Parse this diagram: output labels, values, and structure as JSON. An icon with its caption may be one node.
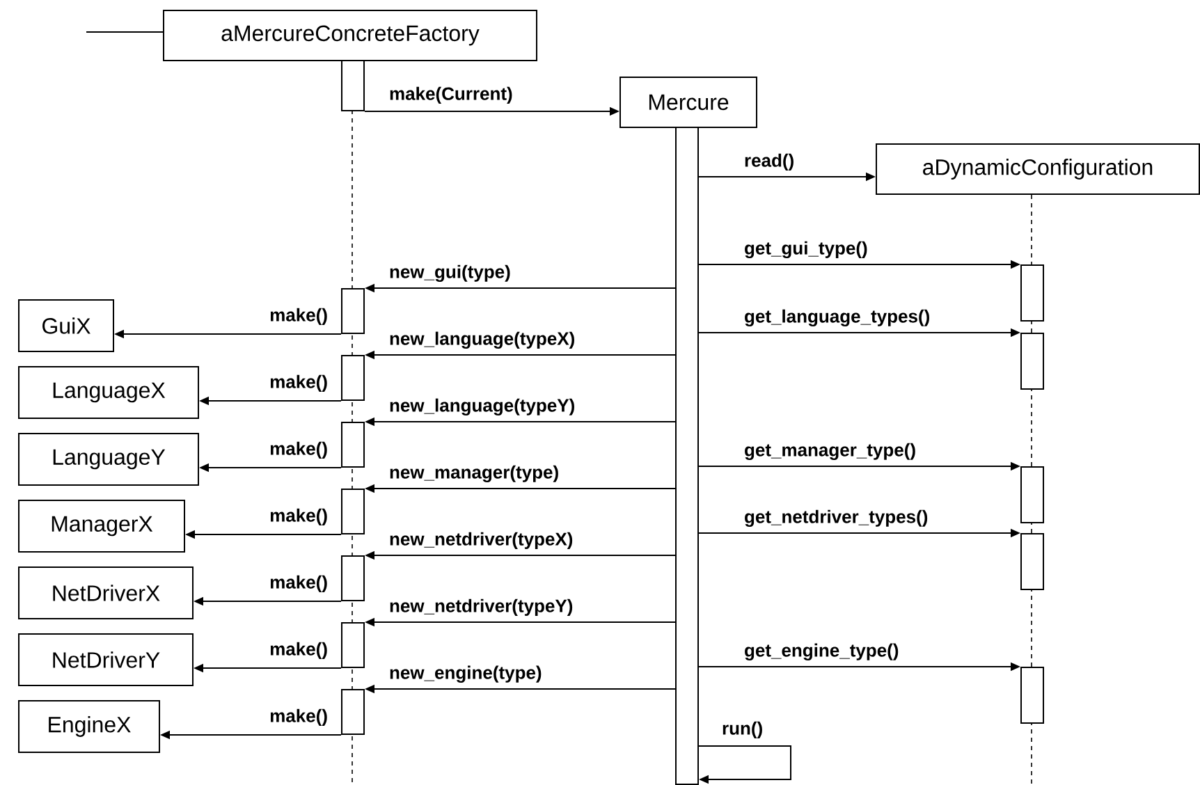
{
  "diagram": {
    "nodes": [
      {
        "text": [
          "aMercureConcreteFactory"
        ]
      },
      {
        "text": [],
        "shape": "bar"
      },
      {
        "text": [
          "Mercure"
        ]
      },
      {
        "text": [],
        "shape": "bar"
      },
      {
        "text": [
          "aDynamicConfiguration"
        ]
      },
      {
        "text": [],
        "shape": "bar"
      },
      {
        "text": [],
        "shape": "bar"
      },
      {
        "text": [],
        "shape": "bar"
      },
      {
        "text": [],
        "shape": "bar"
      },
      {
        "text": [],
        "shape": "bar"
      },
      {
        "text": [],
        "shape": "bar"
      },
      {
        "text": [],
        "shape": "bar"
      },
      {
        "text": [
          "GuiX"
        ]
      },
      {
        "text": [
          "LanguageX"
        ]
      },
      {
        "text": [
          "LanguageY"
        ]
      },
      {
        "text": [
          "ManagerX"
        ]
      },
      {
        "text": [
          "NetDriverX"
        ]
      },
      {
        "text": [
          "NetDriverY"
        ]
      },
      {
        "text": [
          "EngineX"
        ]
      },
      {
        "text": [],
        "shape": "bar"
      },
      {
        "text": [],
        "shape": "bar"
      },
      {
        "text": [],
        "shape": "bar"
      },
      {
        "text": [],
        "shape": "bar"
      },
      {
        "text": [],
        "shape": "bar"
      }
    ],
    "edges": [
      {
        "from": null,
        "to": 0,
        "arrow": "none"
      },
      {
        "from": 1,
        "to": 2,
        "arrow": "to",
        "label": "make(Current)"
      },
      {
        "from": 3,
        "to": 4,
        "arrow": "to",
        "label": "read()"
      },
      {
        "from": 3,
        "to": 19,
        "arrow": "to",
        "label": "get_gui_type()"
      },
      {
        "from": 3,
        "to": 20,
        "arrow": "to",
        "label": "get_language_types()"
      },
      {
        "from": 3,
        "to": 21,
        "arrow": "to",
        "label": "get_manager_type()"
      },
      {
        "from": 3,
        "to": 22,
        "arrow": "to",
        "label": "get_netdriver_types()"
      },
      {
        "from": 3,
        "to": 23,
        "arrow": "to",
        "label": "get_engine_type()"
      },
      {
        "from": 3,
        "to": 5,
        "arrow": "to",
        "label": "new_gui(type)"
      },
      {
        "from": 3,
        "to": 6,
        "arrow": "to",
        "label": "new_language(typeX)"
      },
      {
        "from": 3,
        "to": 7,
        "arrow": "to",
        "label": "new_language(typeY)"
      },
      {
        "from": 3,
        "to": 8,
        "arrow": "to",
        "label": "new_manager(type)"
      },
      {
        "from": 3,
        "to": 9,
        "arrow": "to",
        "label": "new_netdriver(typeX)"
      },
      {
        "from": 3,
        "to": 10,
        "arrow": "to",
        "label": "new_netdriver(typeY)"
      },
      {
        "from": 3,
        "to": 11,
        "arrow": "to",
        "label": "new_engine(type)"
      },
      {
        "from": 5,
        "to": 12,
        "arrow": "to",
        "label": "make()"
      },
      {
        "from": 6,
        "to": 13,
        "arrow": "to",
        "label": "make()"
      },
      {
        "from": 7,
        "to": 14,
        "arrow": "to",
        "label": "make()"
      },
      {
        "from": 8,
        "to": 15,
        "arrow": "to",
        "label": "make()"
      },
      {
        "from": 9,
        "to": 16,
        "arrow": "to",
        "label": "make()"
      },
      {
        "from": 10,
        "to": 17,
        "arrow": "to",
        "label": "make()"
      },
      {
        "from": 11,
        "to": 18,
        "arrow": "to",
        "label": "make()"
      },
      {
        "from": 3,
        "to": 3,
        "arrow": "to",
        "label": "run()"
      }
    ]
  }
}
